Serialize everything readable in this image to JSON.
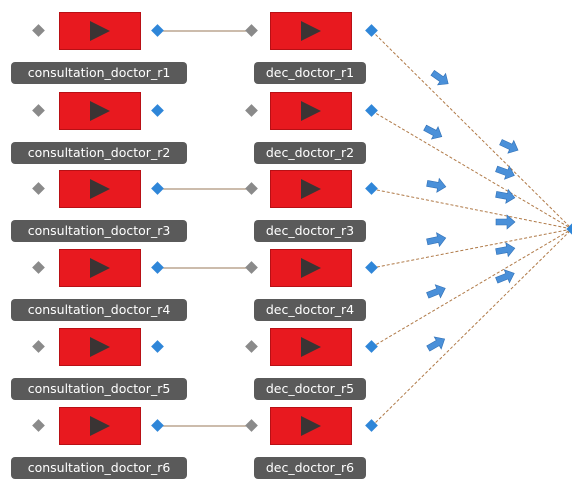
{
  "colors": {
    "block": "#e8191f",
    "play_icon": "#3a3434",
    "input_port": "#8a8a8a",
    "output_port": "#2f86d8",
    "label_bg": "#5a5a5a",
    "connector": "#9a7a5a",
    "fan_line": "#b07a48",
    "arrow": "#4a90d9"
  },
  "icons": {
    "block_icon": "play-triangle",
    "flow_arrow": "arrow-icon"
  },
  "rows": [
    {
      "consult_label": "consultation_doctor_r1",
      "dec_label": "dec_doctor_r1",
      "linked": true
    },
    {
      "consult_label": "consultation_doctor_r2",
      "dec_label": "dec_doctor_r2",
      "linked": false
    },
    {
      "consult_label": "consultation_doctor_r3",
      "dec_label": "dec_doctor_r3",
      "linked": true
    },
    {
      "consult_label": "consultation_doctor_r4",
      "dec_label": "dec_doctor_r4",
      "linked": true
    },
    {
      "consult_label": "consultation_doctor_r5",
      "dec_label": "dec_doctor_r5",
      "linked": false
    },
    {
      "consult_label": "consultation_doctor_r6",
      "dec_label": "dec_doctor_r6",
      "linked": true
    }
  ]
}
